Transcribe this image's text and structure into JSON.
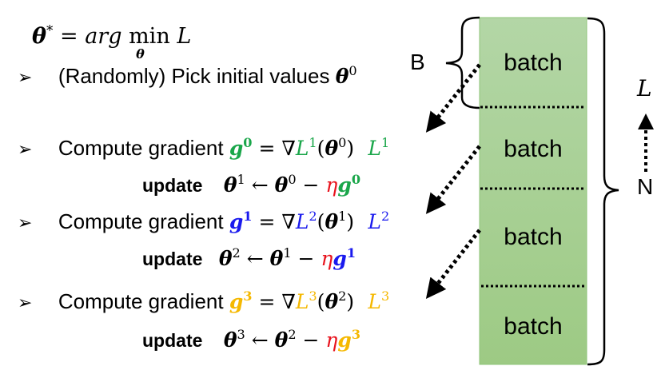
{
  "objective": {
    "lhs": "θ",
    "lhs_sup": "*",
    "eq": " = ",
    "arg": "arg",
    "min": "min",
    "min_sub": "θ",
    "rhs": "L"
  },
  "steps": [
    {
      "bullet": "➢",
      "text": "(Randomly) Pick initial values ",
      "theta": "θ",
      "theta_sup": "0"
    },
    {
      "bullet": "➢",
      "text": "Compute gradient ",
      "g": "g",
      "g_sup": "0",
      "eq": " = ∇",
      "L": "L",
      "L_sup": "1",
      "arg_open": "(",
      "theta": "θ",
      "theta_sup": "0",
      "arg_close": ")",
      "loss_tag": "L",
      "loss_tag_sup": "1",
      "color": "#1aa64a"
    },
    {
      "update_label": "update",
      "lhs": "θ",
      "lhs_sup": "1",
      "arrow": " ← ",
      "prev": "θ",
      "prev_sup": "0",
      "minus": " − ",
      "eta": "η",
      "g": "g",
      "g_sup": "0",
      "color": "#1aa64a"
    },
    {
      "bullet": "➢",
      "text": "Compute gradient ",
      "g": "g",
      "g_sup": "1",
      "eq": " = ∇",
      "L": "L",
      "L_sup": "2",
      "arg_open": "(",
      "theta": "θ",
      "theta_sup": "1",
      "arg_close": ")",
      "loss_tag": "L",
      "loss_tag_sup": "2",
      "color": "#1a1aee"
    },
    {
      "update_label": "update",
      "lhs": "θ",
      "lhs_sup": "2",
      "arrow": " ← ",
      "prev": "θ",
      "prev_sup": "1",
      "minus": " − ",
      "eta": "η",
      "g": "g",
      "g_sup": "1",
      "color": "#1a1aee"
    },
    {
      "bullet": "➢",
      "text": "Compute gradient ",
      "g": "g",
      "g_sup": "3",
      "eq": " = ∇",
      "L": "L",
      "L_sup": "3",
      "arg_open": "(",
      "theta": "θ",
      "theta_sup": "2",
      "arg_close": ")",
      "loss_tag": "L",
      "loss_tag_sup": "3",
      "color": "#f5b800"
    },
    {
      "update_label": "update",
      "lhs": "θ",
      "lhs_sup": "3",
      "arrow": " ← ",
      "prev": "θ",
      "prev_sup": "2",
      "minus": " − ",
      "eta": "η",
      "g": "g",
      "g_sup": "3",
      "color": "#f5b800"
    }
  ],
  "eta_color": "#e8141e",
  "diagram": {
    "batch_size_label": "B",
    "batches": [
      "batch",
      "batch",
      "batch",
      "batch"
    ],
    "total_label": "N",
    "loss_label": "L",
    "box_color_top": "#b3d6a6",
    "box_color_bottom": "#9dca84"
  }
}
